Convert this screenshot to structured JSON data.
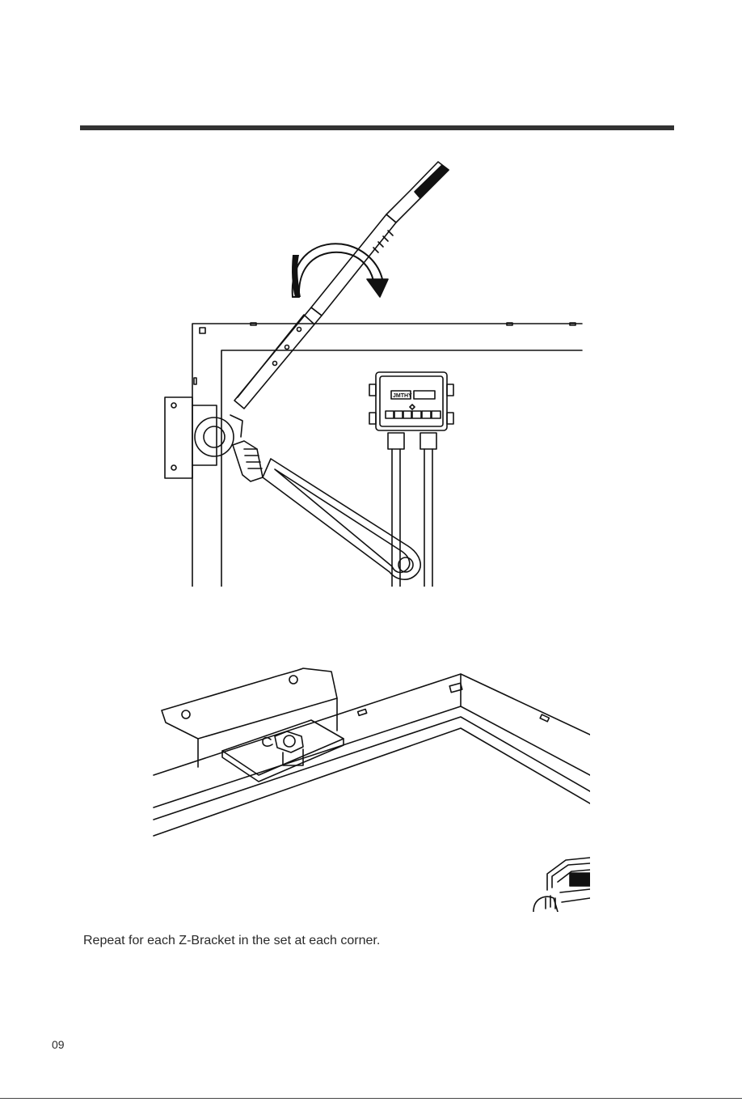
{
  "caption": "Repeat for each Z-Bracket in the set at each corner.",
  "page_number": "09",
  "junction_box": {
    "brand": "JMTHY"
  },
  "colors": {
    "rule": "#333333",
    "line_art": "#111111"
  }
}
